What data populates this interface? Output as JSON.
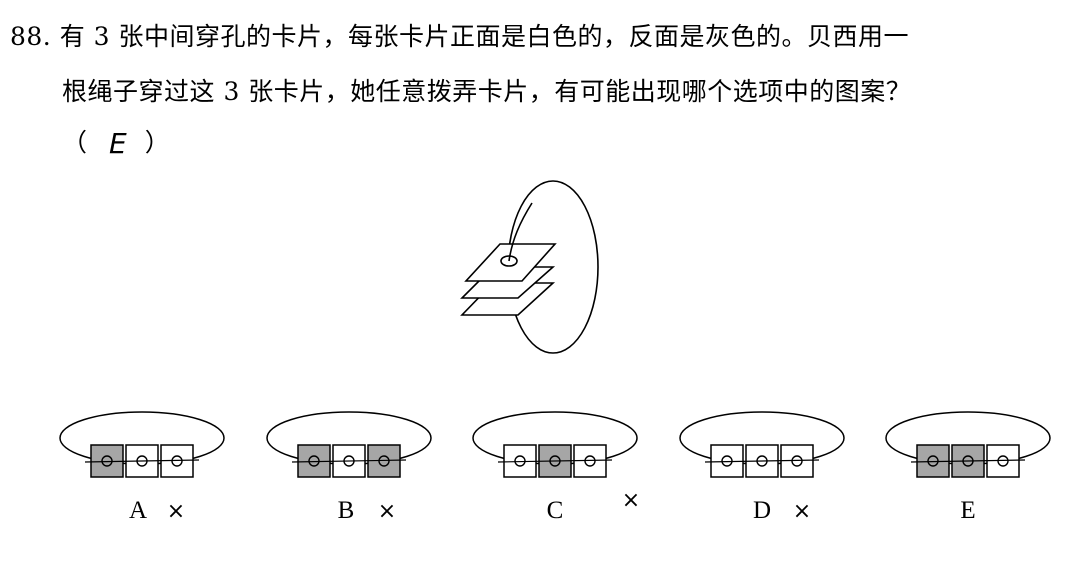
{
  "question": {
    "line1": "88. 有 3 张中间穿孔的卡片，每张卡片正面是白色的，反面是灰色的。贝西用一",
    "line2": "根绳子穿过这 3 张卡片，她任意拨弄卡片，有可能出现哪个选项中的图案？",
    "paren_open": "（",
    "paren_close": "）",
    "handwritten_answer": "E"
  },
  "options": [
    {
      "label": "A",
      "cards": [
        "gray",
        "white",
        "white"
      ],
      "mark": "×"
    },
    {
      "label": "B",
      "cards": [
        "gray",
        "white",
        "gray"
      ],
      "mark": "×"
    },
    {
      "label": "C",
      "cards": [
        "white",
        "gray",
        "white"
      ],
      "mark": "×"
    },
    {
      "label": "D",
      "cards": [
        "white",
        "white",
        "white"
      ],
      "mark": "×"
    },
    {
      "label": "E",
      "cards": [
        "gray",
        "gray",
        "white"
      ],
      "mark": ""
    }
  ],
  "colors": {
    "card_white": "#ffffff",
    "card_gray": "#a6a6a6",
    "ink": "#000000"
  }
}
